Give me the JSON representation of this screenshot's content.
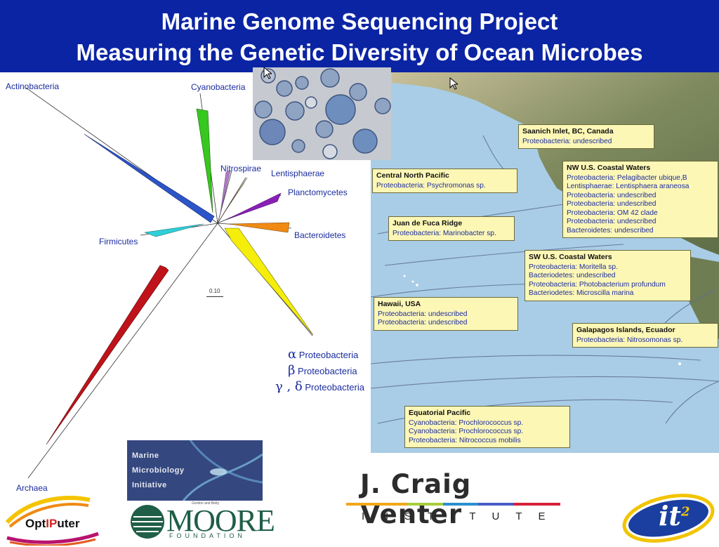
{
  "header": {
    "title_line1": "Marine Genome Sequencing Project",
    "title_line2": "Measuring the Genetic Diversity of Ocean Microbes"
  },
  "tree": {
    "labels": {
      "actinobacteria": "Actinobacteria",
      "cyanobacteria": "Cyanobacteria",
      "nitrospirae": "Nitrospirae",
      "lentisphaerae": "Lentisphaerae",
      "planctomycetes": "Planctomycetes",
      "bacteroidetes": "Bacteroidetes",
      "firmicutes": "Firmicutes",
      "archaea": "Archaea"
    },
    "proteo": [
      {
        "greek": "α",
        "label": "Proteobacteria"
      },
      {
        "greek": "β",
        "label": "Proteobacteria"
      },
      {
        "greek": "γ , δ",
        "label": "Proteobacteria"
      }
    ],
    "scale_label": "0.10",
    "colors": {
      "actinobacteria": "#2b55c8",
      "cyanobacteria": "#36c81e",
      "nitrospirae": "#b07cc6",
      "lentisphaerae": "#8a7a14",
      "planctomycetes": "#8a1fb8",
      "bacteroidetes": "#f08a12",
      "firmicutes": "#2ed0d8",
      "proteobacteria": "#f4ee0a",
      "archaea": "#c0121a"
    }
  },
  "map": {
    "sites": [
      {
        "title": "Saanich Inlet, BC, Canada",
        "lines": [
          "Proteobacteria: undescribed"
        ]
      },
      {
        "title": "Central North Pacific",
        "lines": [
          "Proteobacteria: Psychromonas sp."
        ]
      },
      {
        "title": "NW U.S. Coastal Waters",
        "lines": [
          "Proteobacteria: Pelagibacter ubique,B",
          "Lentisphaerae: Lentisphaera araneosa",
          "Proteobacteria: undescribed",
          "Proteobacteria: undescribed",
          "Proteobacteria: OM 42 clade",
          "Proteobacteria: undescribed",
          "Bacteroidetes: undescribed"
        ]
      },
      {
        "title": "Juan de Fuca Ridge",
        "lines": [
          "Proteobacteria: Marinobacter sp."
        ]
      },
      {
        "title": "SW U.S. Coastal Waters",
        "lines": [
          "Proteobacteria: Moritella sp.",
          "Bacteriodetes: undescribed",
          "Proteobacteria: Photobacterium profundum",
          "Bacteriodetes: Microscilla marina"
        ]
      },
      {
        "title": "Hawaii, USA",
        "lines": [
          "Proteobacteria: undescribed",
          "Proteobacteria: undescribed"
        ]
      },
      {
        "title": "Galapagos Islands, Ecuador",
        "lines": [
          "Proteobacteria: Nitrosomonas sp."
        ]
      },
      {
        "title": "Equatorial Pacific",
        "lines": [
          "Cyanobacteria: Prochlorococcus sp.",
          "Cyanobacteria: Prochlorococcus sp.",
          "Proteobacteria: Nitrococcus mobilis"
        ]
      }
    ]
  },
  "logos": {
    "mmi": [
      "Marine",
      "Microbiology",
      "Initiative"
    ],
    "moore_small": "Gordon and Betty",
    "moore": "MOORE",
    "moore_foundation": "FOUNDATION",
    "optiputer_a": "Opt",
    "optiputer_b": "IP",
    "optiputer_c": "uter",
    "jcv_name": "J. Craig Venter",
    "jcv_institute": "INSTITUTE",
    "it2": "it",
    "it2_sup": "2"
  }
}
